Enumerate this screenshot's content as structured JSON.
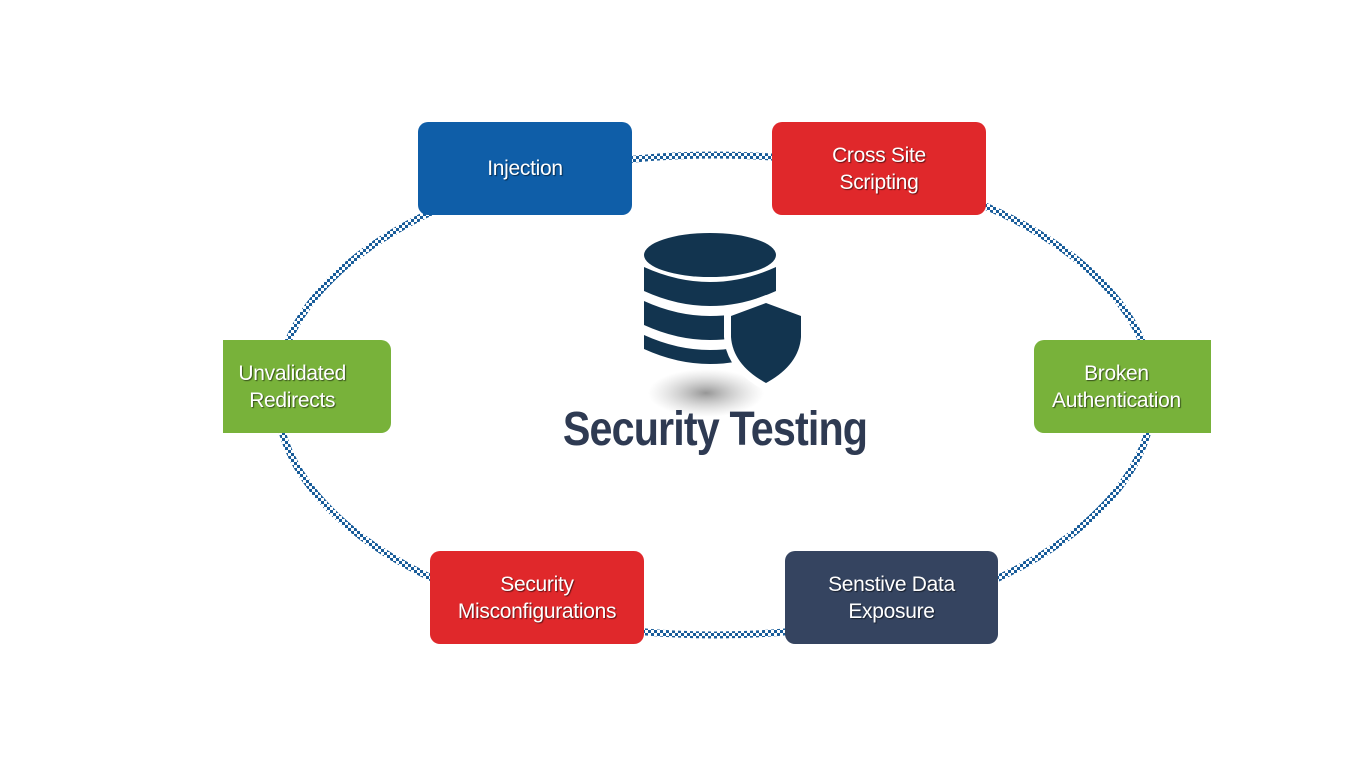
{
  "diagram": {
    "center_title": "Security Testing",
    "center_icon": "database-shield-icon",
    "nodes": [
      {
        "id": "injection",
        "label": "Injection",
        "color": "#0f5ea8"
      },
      {
        "id": "xss",
        "label": "Cross Site\nScripting",
        "color": "#e0282b"
      },
      {
        "id": "auth",
        "label": "Broken\nAuthentication",
        "color": "#78b23a"
      },
      {
        "id": "exposure",
        "label": "Senstive Data\nExposure",
        "color": "#354460"
      },
      {
        "id": "misconfig",
        "label": "Security\nMisconfigurations",
        "color": "#e0282b"
      },
      {
        "id": "redirects",
        "label": "Unvalidated\nRedirects",
        "color": "#78b23a"
      }
    ],
    "ring_color": "#1a5d9a"
  }
}
